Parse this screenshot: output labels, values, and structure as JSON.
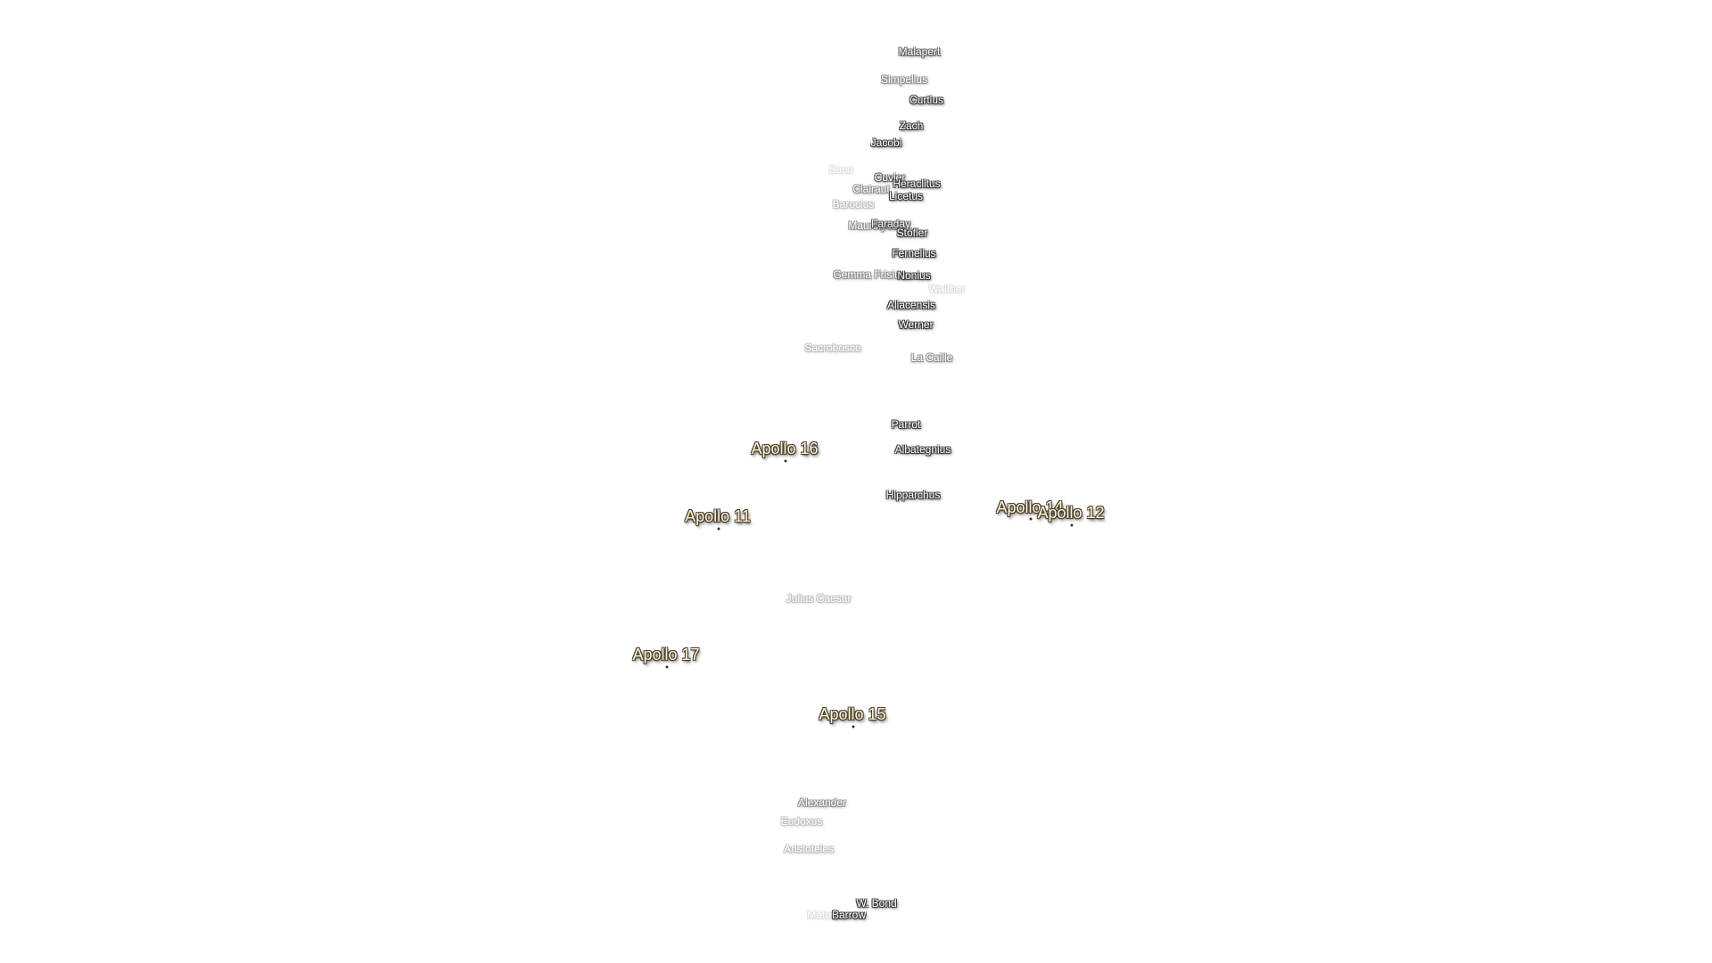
{
  "craters": [
    {
      "name": "Malapert",
      "level": 2
    },
    {
      "name": "Simpelius",
      "level": 3
    },
    {
      "name": "Curtius",
      "level": 1
    },
    {
      "name": "Zach",
      "level": 1
    },
    {
      "name": "Jacobi",
      "level": 1
    },
    {
      "name": "Baco",
      "level": 5
    },
    {
      "name": "Cuvier",
      "level": 2
    },
    {
      "name": "Heraclitus",
      "level": 1
    },
    {
      "name": "Clairaut",
      "level": 3
    },
    {
      "name": "Licetus",
      "level": 1
    },
    {
      "name": "Barocius",
      "level": 4
    },
    {
      "name": "Maurolycus",
      "level": 3
    },
    {
      "name": "Faraday",
      "level": 2
    },
    {
      "name": "Stöfler",
      "level": 1
    },
    {
      "name": "Fernelius",
      "level": 1
    },
    {
      "name": "Gemma Frisius",
      "level": 3
    },
    {
      "name": "Nonius",
      "level": 1
    },
    {
      "name": "Walther",
      "level": 5
    },
    {
      "name": "Aliacensis",
      "level": 1
    },
    {
      "name": "Werner",
      "level": 1
    },
    {
      "name": "Sacrobosco",
      "level": 4
    },
    {
      "name": "La Caille",
      "level": 3
    },
    {
      "name": "Parrot",
      "level": 1
    },
    {
      "name": "Albategnius",
      "level": 1
    },
    {
      "name": "Hipparchus",
      "level": 1
    },
    {
      "name": "Julius Caesar",
      "level": 4
    },
    {
      "name": "Alexander",
      "level": 3
    },
    {
      "name": "Eudoxus",
      "level": 4
    },
    {
      "name": "Aristoteles",
      "level": 4
    },
    {
      "name": "W. Bond",
      "level": 1
    },
    {
      "name": "Barrow",
      "level": 1
    },
    {
      "name": "Meton",
      "level": 5
    }
  ],
  "apollo_sites": [
    {
      "name": "Apollo 16"
    },
    {
      "name": "Apollo 11"
    },
    {
      "name": "Apollo 14"
    },
    {
      "name": "Apollo 12"
    },
    {
      "name": "Apollo 17"
    },
    {
      "name": "Apollo 15"
    }
  ]
}
